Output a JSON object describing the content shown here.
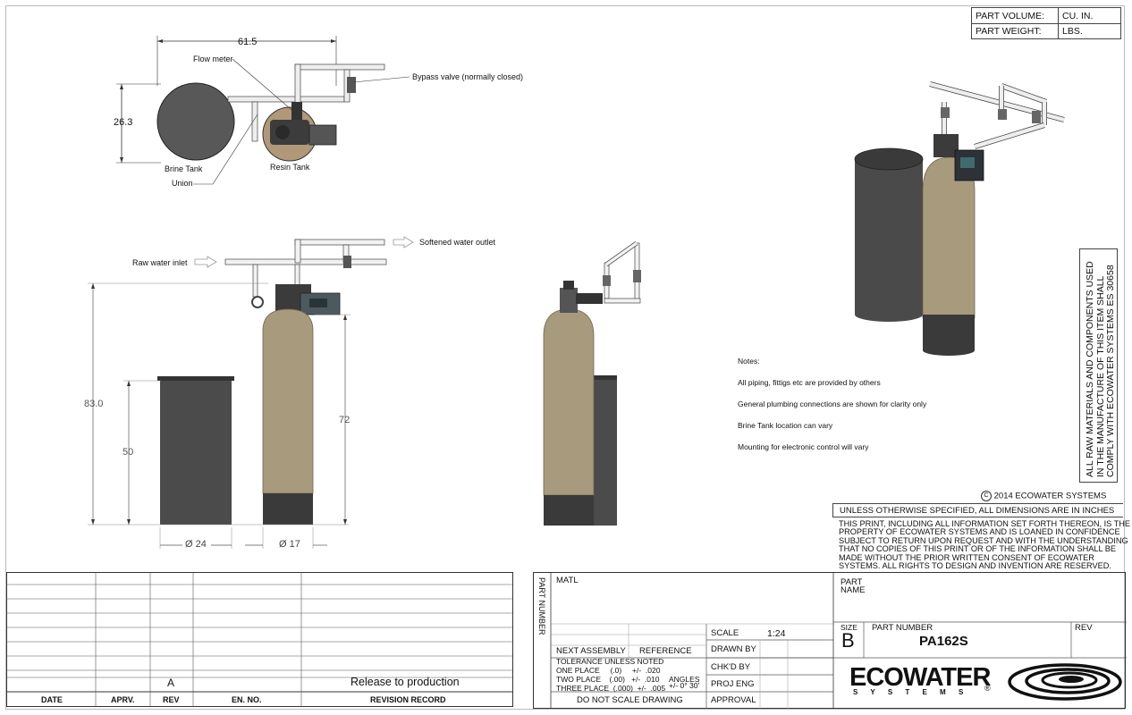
{
  "part_info": {
    "volume_label": "PART VOLUME:",
    "volume_unit": "CU. IN.",
    "weight_label": "PART WEIGHT:",
    "weight_unit": "LBS."
  },
  "top_view": {
    "dim_width": "61.5",
    "dim_height": "26.3",
    "flow_meter": "Flow meter",
    "bypass": "Bypass valve (normally closed)",
    "brine_tank": "Brine Tank",
    "resin_tank": "Resin Tank",
    "union": "Union"
  },
  "front_view": {
    "raw_inlet": "Raw water inlet",
    "soft_outlet": "Softened water outlet",
    "dim_total_height": "83.0",
    "dim_brine_height": "50",
    "dim_resin_height": "72",
    "dim_brine_dia": "Ø 24",
    "dim_resin_dia": "Ø 17"
  },
  "notes": {
    "title": "Notes:",
    "items": [
      "All piping, fittigs etc are provided by others",
      "General plumbing connections are shown for clarity only",
      "Brine Tank location can vary",
      "Mounting for electronic control will vary"
    ]
  },
  "side_notice": {
    "line1": "ALL RAW MATERIALS AND COMPONENTS USED",
    "line2": "IN THE MANUFACTURE OF THIS ITEM SHALL",
    "line3": "COMPLY WITH ECOWATER SYSTEMS ES 30658"
  },
  "copyright": "2014 ECOWATER SYSTEMS",
  "unless": "UNLESS OTHERWISE SPECIFIED, ALL DIMENSIONS ARE IN INCHES",
  "confidential": [
    "THIS PRINT, INCLUDING ALL INFORMATION SET FORTH THEREON, IS THE",
    "PROPERTY OF ECOWATER SYSTEMS AND IS LOANED IN CONFIDENCE",
    "SUBJECT TO RETURN UPON REQUEST AND WITH THE UNDERSTANDING",
    "THAT NO COPIES OF THIS PRINT OR OF THE INFORMATION SHALL BE",
    "MADE WITHOUT THE PRIOR WRITTEN CONSENT OF ECOWATER",
    "SYSTEMS. ALL RIGHTS TO DESIGN AND INVENTION ARE RESERVED."
  ],
  "revision": {
    "rev": "A",
    "description": "Release to production",
    "headers": [
      "DATE",
      "APRV.",
      "REV",
      "EN. NO.",
      "REVISION RECORD"
    ]
  },
  "title_block": {
    "part_number_vertical": "PART NUMBER",
    "matl": "MATL",
    "next_assembly": "NEXT ASSEMBLY",
    "reference": "REFERENCE",
    "tolerance_title": "TOLERANCE UNLESS NOTED",
    "one_place": "ONE PLACE     (.0)     +/-  .020",
    "two_place": "TWO PLACE    (.00)   +/-  .010",
    "three_place": "THREE PLACE  (.000)  +/-  .005",
    "angles": "ANGLES",
    "angles_tol": "+/- 0° 30'",
    "do_not_scale": "DO NOT SCALE DRAWING",
    "scale_label": "SCALE",
    "scale_value": "1:24",
    "drawn_by": "DRAWN BY",
    "chkd_by": "CHK'D BY",
    "proj_eng": "PROJ ENG",
    "approval": "APPROVAL",
    "part_name_label1": "PART",
    "part_name_label2": "NAME",
    "size_label": "SIZE",
    "size_value": "B",
    "part_number_label": "PART  NUMBER",
    "part_number": "PA162S",
    "rev_label": "REV"
  },
  "logo": {
    "name": "ECOWATER",
    "sub": "S Y S T E M S",
    "reg": "®"
  },
  "colors": {
    "tank_tan": "#a89a7c",
    "tank_dark": "#3a3a3a",
    "brine": "#4b4b4b"
  }
}
